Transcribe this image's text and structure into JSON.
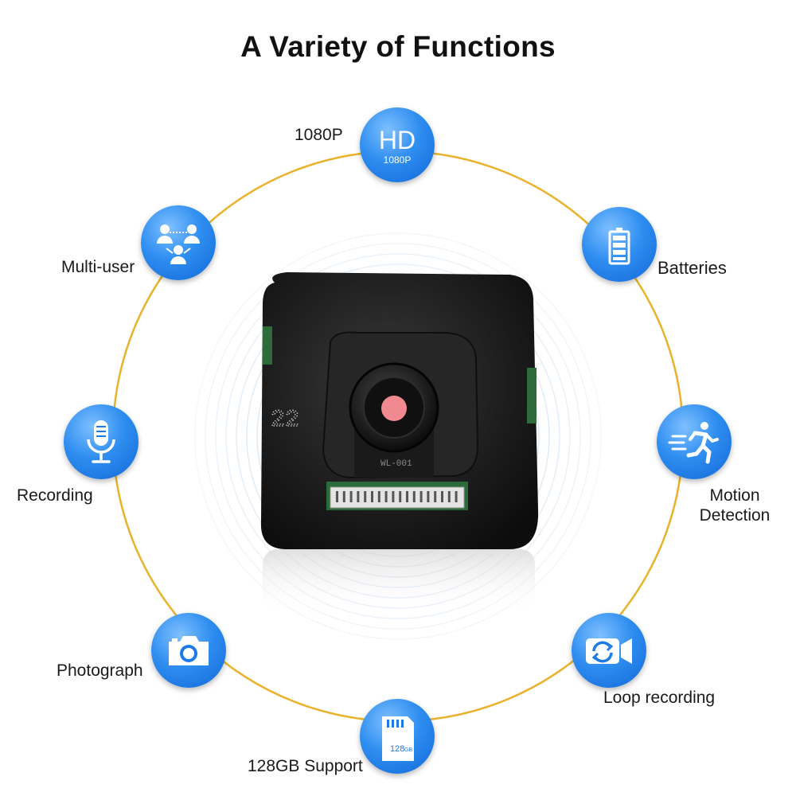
{
  "title": "A Variety of Functions",
  "colors": {
    "ring": "#e9b22a",
    "icon_blue": "#1f7ae6",
    "device": "#1b1b1b",
    "lens_dot": "#f08a90"
  },
  "features": [
    {
      "label": "1080P",
      "icon": "hd-icon",
      "icon_text_main": "HD",
      "icon_text_sub": "1080P"
    },
    {
      "label": "Batteries",
      "icon": "battery-icon"
    },
    {
      "label": "Motion",
      "label2": "Detection",
      "icon": "running-person-icon"
    },
    {
      "label": "Loop recording",
      "icon": "loop-video-icon"
    },
    {
      "label": "128GB Support",
      "icon": "sd-card-icon",
      "icon_text": "128",
      "icon_text_unit": "GB"
    },
    {
      "label": "Photograph",
      "icon": "camera-icon"
    },
    {
      "label": "Recording",
      "icon": "microphone-icon"
    },
    {
      "label": "Multi-user",
      "icon": "multi-user-icon"
    }
  ],
  "device": {
    "engraving": "WL-001",
    "side_marking": "22"
  }
}
